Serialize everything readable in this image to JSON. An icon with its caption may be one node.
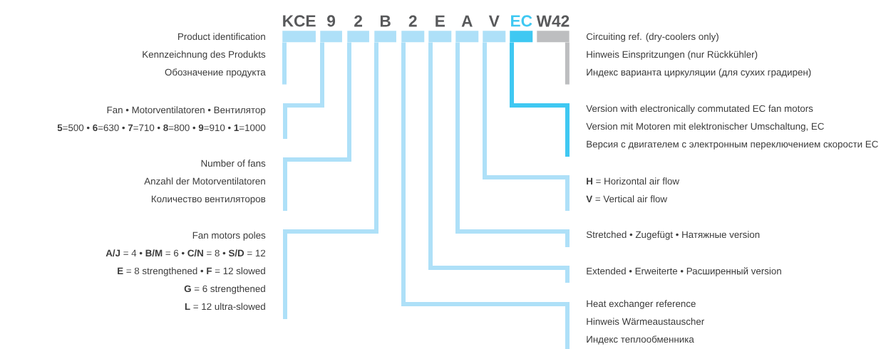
{
  "diagram": {
    "nodes": [
      {
        "text": [
          "KCE"
        ]
      },
      {
        "text": [
          "9"
        ]
      },
      {
        "text": [
          "2"
        ]
      },
      {
        "text": [
          "B"
        ]
      },
      {
        "text": [
          "2"
        ]
      },
      {
        "text": [
          "E"
        ]
      },
      {
        "text": [
          "A"
        ]
      },
      {
        "text": [
          "V"
        ]
      },
      {
        "text": [
          "EC"
        ]
      },
      {
        "text": [
          "W42"
        ]
      },
      {
        "text": [
          "Product identification",
          "Kennzeichnung des Produkts",
          "Обозначение продукта"
        ]
      },
      {
        "text": [
          "Fan • Motorventilatoren • Вентилятор",
          "**5**=500 • **6**=630 • **7**=710 • **8**=800 • **9**=910 • **1**=1000"
        ]
      },
      {
        "text": [
          "Number of fans",
          "Anzahl der Motorventilatoren",
          "Количество вентиляторов"
        ]
      },
      {
        "text": [
          "Fan motors poles",
          "**A/J** = 4 • **B/M** = 6 • **C/N** = 8 • **S/D** = 12",
          "**E** = 8 strengthened • **F** = 12 slowed",
          "**G** = 6 strengthened",
          "**L** = 12 ultra-slowed"
        ]
      },
      {
        "text": [
          "Circuiting ref. (dry-coolers only)",
          "Hinweis Einspritzungen (nur Rückkühler)",
          "Индекс варианта циркуляции (для сухих градирен)"
        ]
      },
      {
        "text": [
          "Version with electronically commutated EC fan motors",
          "Version mit Motoren mit elektronischer Umschaltung, EC",
          "Версия с двигателем с электронным переключением скорости EC"
        ]
      },
      {
        "text": [
          "**H** = Horizontal air flow",
          "**V** = Vertical air flow"
        ]
      },
      {
        "text": [
          "Stretched • Zugefügt • Натяжные version"
        ]
      },
      {
        "text": [
          "Extended • Erweiterte • Расширенный version"
        ]
      },
      {
        "text": [
          "Heat exchanger reference",
          "Hinweis Wärmeaustauscher",
          "Индекс теплообменника"
        ]
      }
    ],
    "edges": [
      {
        "from": 0,
        "to": 10,
        "arrow": "none"
      },
      {
        "from": 1,
        "to": 11,
        "arrow": "none"
      },
      {
        "from": 2,
        "to": 12,
        "arrow": "none"
      },
      {
        "from": 3,
        "to": 13,
        "arrow": "none"
      },
      {
        "from": 9,
        "to": 14,
        "arrow": "none",
        "color": "#bdbec0"
      },
      {
        "from": 8,
        "to": 15,
        "arrow": "none",
        "color": "#3fc8f2"
      },
      {
        "from": 7,
        "to": 16,
        "arrow": "none"
      },
      {
        "from": 6,
        "to": 17,
        "arrow": "none"
      },
      {
        "from": 5,
        "to": 18,
        "arrow": "none"
      },
      {
        "from": 4,
        "to": 19,
        "arrow": "none"
      }
    ]
  }
}
